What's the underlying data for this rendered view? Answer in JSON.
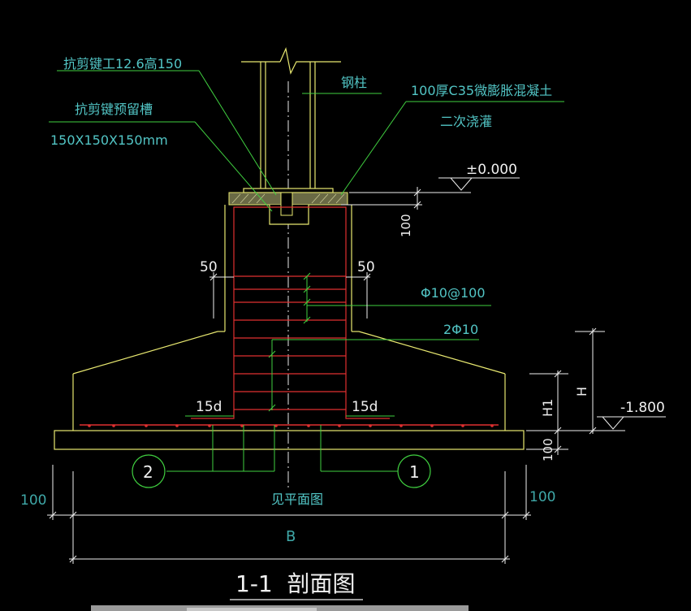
{
  "drawing": {
    "title": "1-1  剖面图",
    "labels": {
      "shear_key": "抗剪键工12.6高150",
      "shear_slot": "抗剪键预留槽",
      "shear_slot_size": "150X150X150mm",
      "steel_column": "钢柱",
      "grout_line1": "100厚C35微膨胀混凝土",
      "grout_line2": "二次浇灌",
      "elev_top": "±0.000",
      "elev_bottom": "-1.800",
      "dim_100_top": "100",
      "dim_50_left": "50",
      "dim_50_right": "50",
      "stirrup": "Φ10@100",
      "bar": "2Φ10",
      "anchor_left": "15d",
      "anchor_right": "15d",
      "dim_H": "H",
      "dim_H1": "H1",
      "dim_100_bottom": "100",
      "dim_100_left": "100",
      "dim_100_right": "100",
      "see_plan": "见平面图",
      "dim_B": "B",
      "callout_2": "2",
      "callout_1": "1"
    },
    "colors": {
      "background": "#000000",
      "outline": "#e8e870",
      "rebar": "#e03030",
      "leader": "#40d040",
      "text": "#52c5c5",
      "dimension": "#ffffff"
    }
  }
}
